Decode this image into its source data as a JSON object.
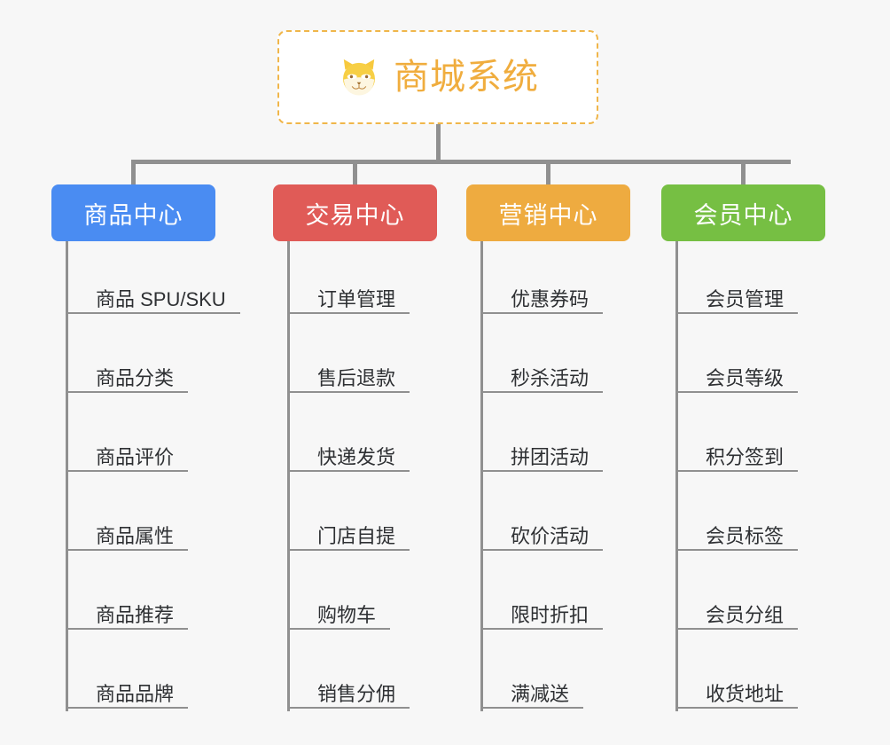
{
  "diagram": {
    "type": "tree",
    "background_color": "#f7f7f7",
    "connector_color": "#909090",
    "root": {
      "icon": "shiba-dog-face-icon",
      "title": "商城系统",
      "border_color": "#f0b64a",
      "text_color": "#f0ad3e",
      "background_color": "#ffffff"
    },
    "branches": [
      {
        "label": "商品中心",
        "color": "#4a8cf2",
        "items": [
          "商品 SPU/SKU",
          "商品分类",
          "商品评价",
          "商品属性",
          "商品推荐",
          "商品品牌"
        ]
      },
      {
        "label": "交易中心",
        "color": "#e05b57",
        "items": [
          "订单管理",
          "售后退款",
          "快递发货",
          "门店自提",
          "购物车",
          "销售分佣"
        ]
      },
      {
        "label": "营销中心",
        "color": "#eeab40",
        "items": [
          "优惠券码",
          "秒杀活动",
          "拼团活动",
          "砍价活动",
          "限时折扣",
          "满减送"
        ]
      },
      {
        "label": "会员中心",
        "color": "#76bf43",
        "items": [
          "会员管理",
          "会员等级",
          "积分签到",
          "会员标签",
          "会员分组",
          "收货地址"
        ]
      }
    ]
  }
}
